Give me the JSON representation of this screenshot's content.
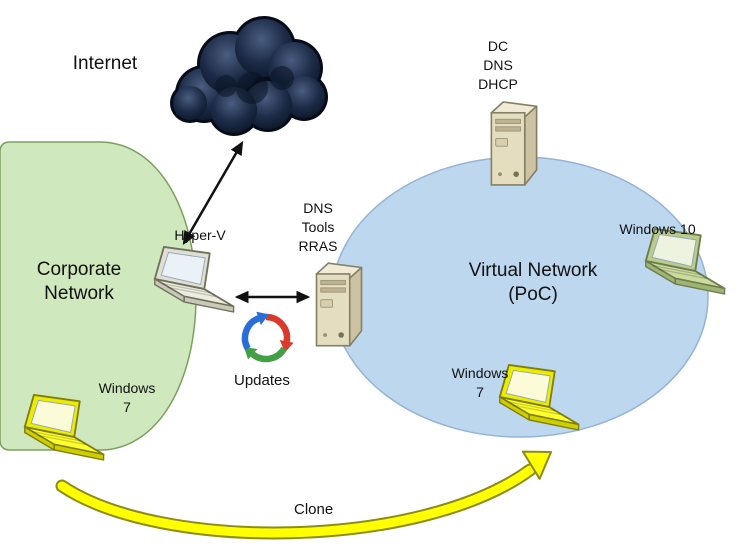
{
  "diagram": {
    "internet": {
      "label": "Internet"
    },
    "zones": {
      "corporate": {
        "label": "Corporate Network"
      },
      "virtual": {
        "label": "Virtual Network (PoC)"
      }
    },
    "nodes": {
      "hyperv_host": {
        "label": "Hyper-V",
        "type": "laptop"
      },
      "edge_server": {
        "label_lines": [
          "DNS",
          "Tools",
          "RRAS"
        ],
        "type": "server"
      },
      "dc_server": {
        "label_lines": [
          "DC",
          "DNS",
          "DHCP"
        ],
        "type": "server"
      },
      "windows10_client": {
        "label": "Windows 10",
        "type": "laptop"
      },
      "windows7_virtual": {
        "label_lines": [
          "Windows",
          "7"
        ],
        "type": "laptop"
      },
      "windows7_corporate": {
        "label_lines": [
          "Windows",
          "7"
        ],
        "type": "laptop"
      }
    },
    "annotations": {
      "updates_label": "Updates",
      "clone_label": "Clone"
    },
    "icons": {
      "internet": "cloud-icon",
      "hyperv_host": "laptop-icon",
      "edge_server": "tower-server-icon",
      "dc_server": "tower-server-icon",
      "windows10_client": "laptop-icon",
      "windows7_virtual": "laptop-icon",
      "windows7_corporate": "laptop-icon",
      "updates": "sync-arrows-icon",
      "clone": "curved-arrow-icon"
    },
    "colors": {
      "corporate_zone_fill": "#cfe8bd",
      "corporate_zone_border": "#7ba05e",
      "virtual_zone_fill": "#bdd7ee",
      "virtual_zone_border": "#95b3d7",
      "cloud_dark": "#0a1322",
      "cloud_light": "#4a5d80",
      "connector": "#111111",
      "clone_arrow_fill": "#ffff00",
      "clone_arrow_border": "#8c8c1a",
      "updates_blue": "#2a6dd9",
      "updates_red": "#d93a2b",
      "updates_green": "#43a047"
    }
  }
}
